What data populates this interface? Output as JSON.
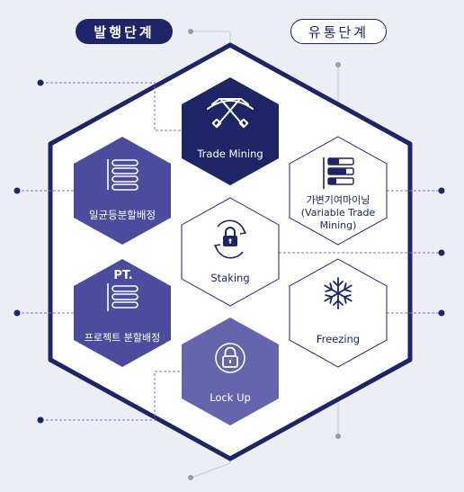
{
  "header": {
    "issuance_stage": "발행단계",
    "distribution_stage": "유통단계"
  },
  "hexagons": {
    "trade_mining": {
      "label": "Trade Mining",
      "icon": "pickaxes-icon"
    },
    "daily_split": {
      "label": "일균등분할배정",
      "icon": "stacked-bars-icon"
    },
    "variable_mining": {
      "label": "가변기여마이닝\n(Variable Trade\nMining)",
      "icon": "bar-chart-icon"
    },
    "staking": {
      "label": "Staking",
      "icon": "lock-cycle-icon"
    },
    "project_split": {
      "label": "프로젝트 분할배정",
      "icon_text": "PT.",
      "icon": "pt-stacked-bars-icon"
    },
    "freezing": {
      "label": "Freezing",
      "icon": "snowflake-icon"
    },
    "lock_up": {
      "label": "Lock Up",
      "icon": "padlock-icon"
    }
  },
  "colors": {
    "navy": "#1d2566",
    "purple": "#4b4c9e",
    "lavender": "#6664ad",
    "background": "#eceef6",
    "connector_dots": "#9a9a9a"
  }
}
